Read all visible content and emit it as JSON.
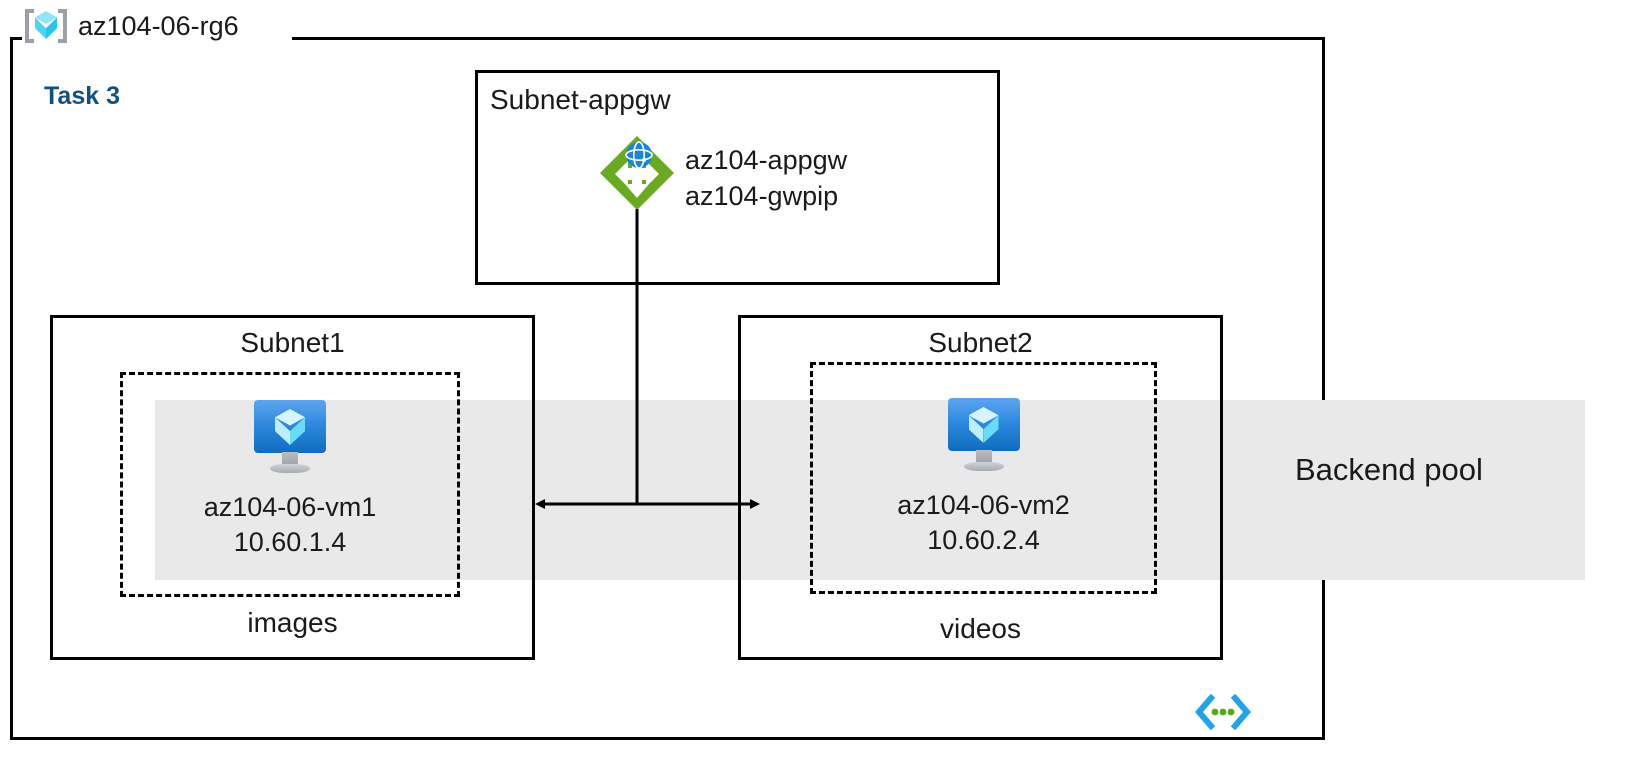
{
  "diagram": {
    "resource_group": {
      "name": "az104-06-rg6",
      "icon": "resource-group-icon"
    },
    "task": {
      "label": "Task 3",
      "color": "#11507f"
    },
    "backend_pool": {
      "label": "Backend pool",
      "band_color": "#e9e9e9"
    },
    "vnet_glyph": {
      "icon": "virtual-network-icon",
      "bracket_color": "#22a2e8",
      "dot_color": "#5aa71c"
    },
    "subnets": [
      {
        "id": "subnet-appgw",
        "title": "Subnet-appgw",
        "title_align": "left",
        "resource": {
          "icon": "application-gateway-icon",
          "icon_color": "#6aaa21",
          "globe_color": "#1b86d8",
          "lines": [
            "az104-appgw",
            "az104-gwpip"
          ]
        }
      },
      {
        "id": "subnet-1",
        "title": "Subnet1",
        "title_align": "center",
        "group_label": "images",
        "vm": {
          "icon": "virtual-machine-icon",
          "name": "az104-06-vm1",
          "ip": "10.60.1.4"
        }
      },
      {
        "id": "subnet-2",
        "title": "Subnet2",
        "title_align": "center",
        "group_label": "videos",
        "vm": {
          "icon": "virtual-machine-icon",
          "name": "az104-06-vm2",
          "ip": "10.60.2.4"
        }
      }
    ]
  }
}
